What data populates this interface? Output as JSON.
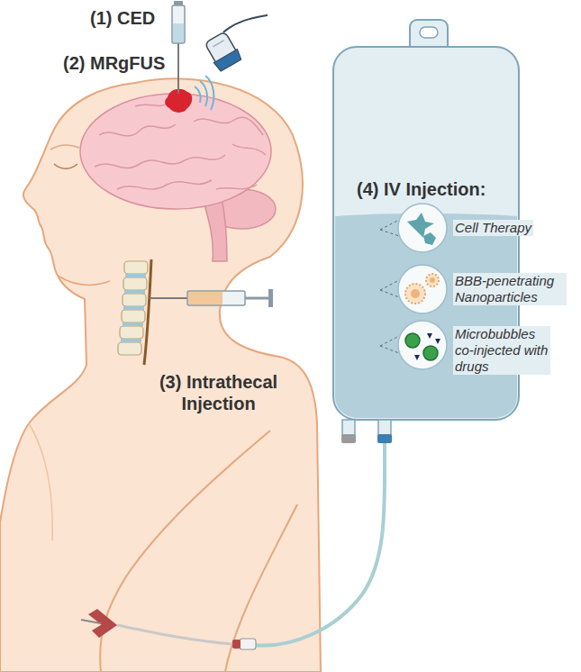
{
  "diagram": {
    "labels": [
      "(1) CED",
      "(2) MRgFUS",
      "(3) Intrathecal Injection",
      "(4) IV Injection:",
      "Cell Therapy",
      "BBB-penetrating Nanoparticles",
      "Microbubbles co-injected with drugs"
    ]
  }
}
